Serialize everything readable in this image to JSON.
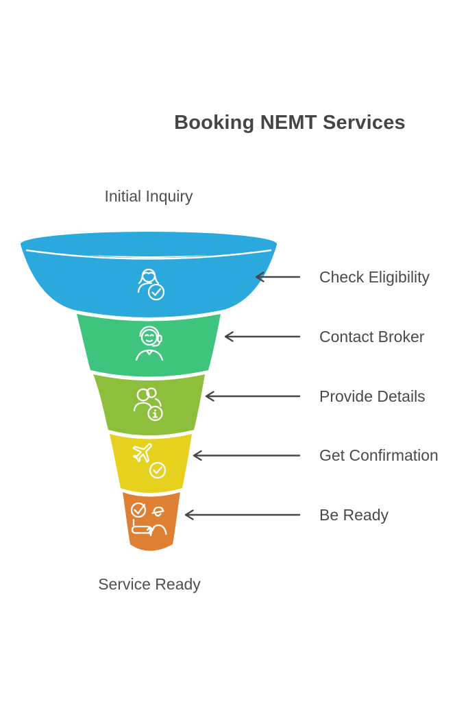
{
  "title": "Booking NEMT Services",
  "funnel": {
    "top_label": "Initial Inquiry",
    "bottom_label": "Service Ready"
  },
  "stages": [
    {
      "label": "Check Eligibility",
      "color": "#2BA9DC",
      "icon": "user-check-icon"
    },
    {
      "label": "Contact Broker",
      "color": "#3EC47D",
      "icon": "support-agent-icon"
    },
    {
      "label": "Provide Details",
      "color": "#8DBF3C",
      "icon": "group-info-icon"
    },
    {
      "label": "Get Confirmation",
      "color": "#E6D21E",
      "icon": "plane-check-icon"
    },
    {
      "label": "Be Ready",
      "color": "#DE8033",
      "icon": "traveler-check-icon"
    }
  ],
  "colors": {
    "background": "#FFFFFF",
    "title_text": "#454545",
    "label_text": "#4A4A4A",
    "arrow": "#474747",
    "icon_stroke": "#FFFFFF"
  }
}
